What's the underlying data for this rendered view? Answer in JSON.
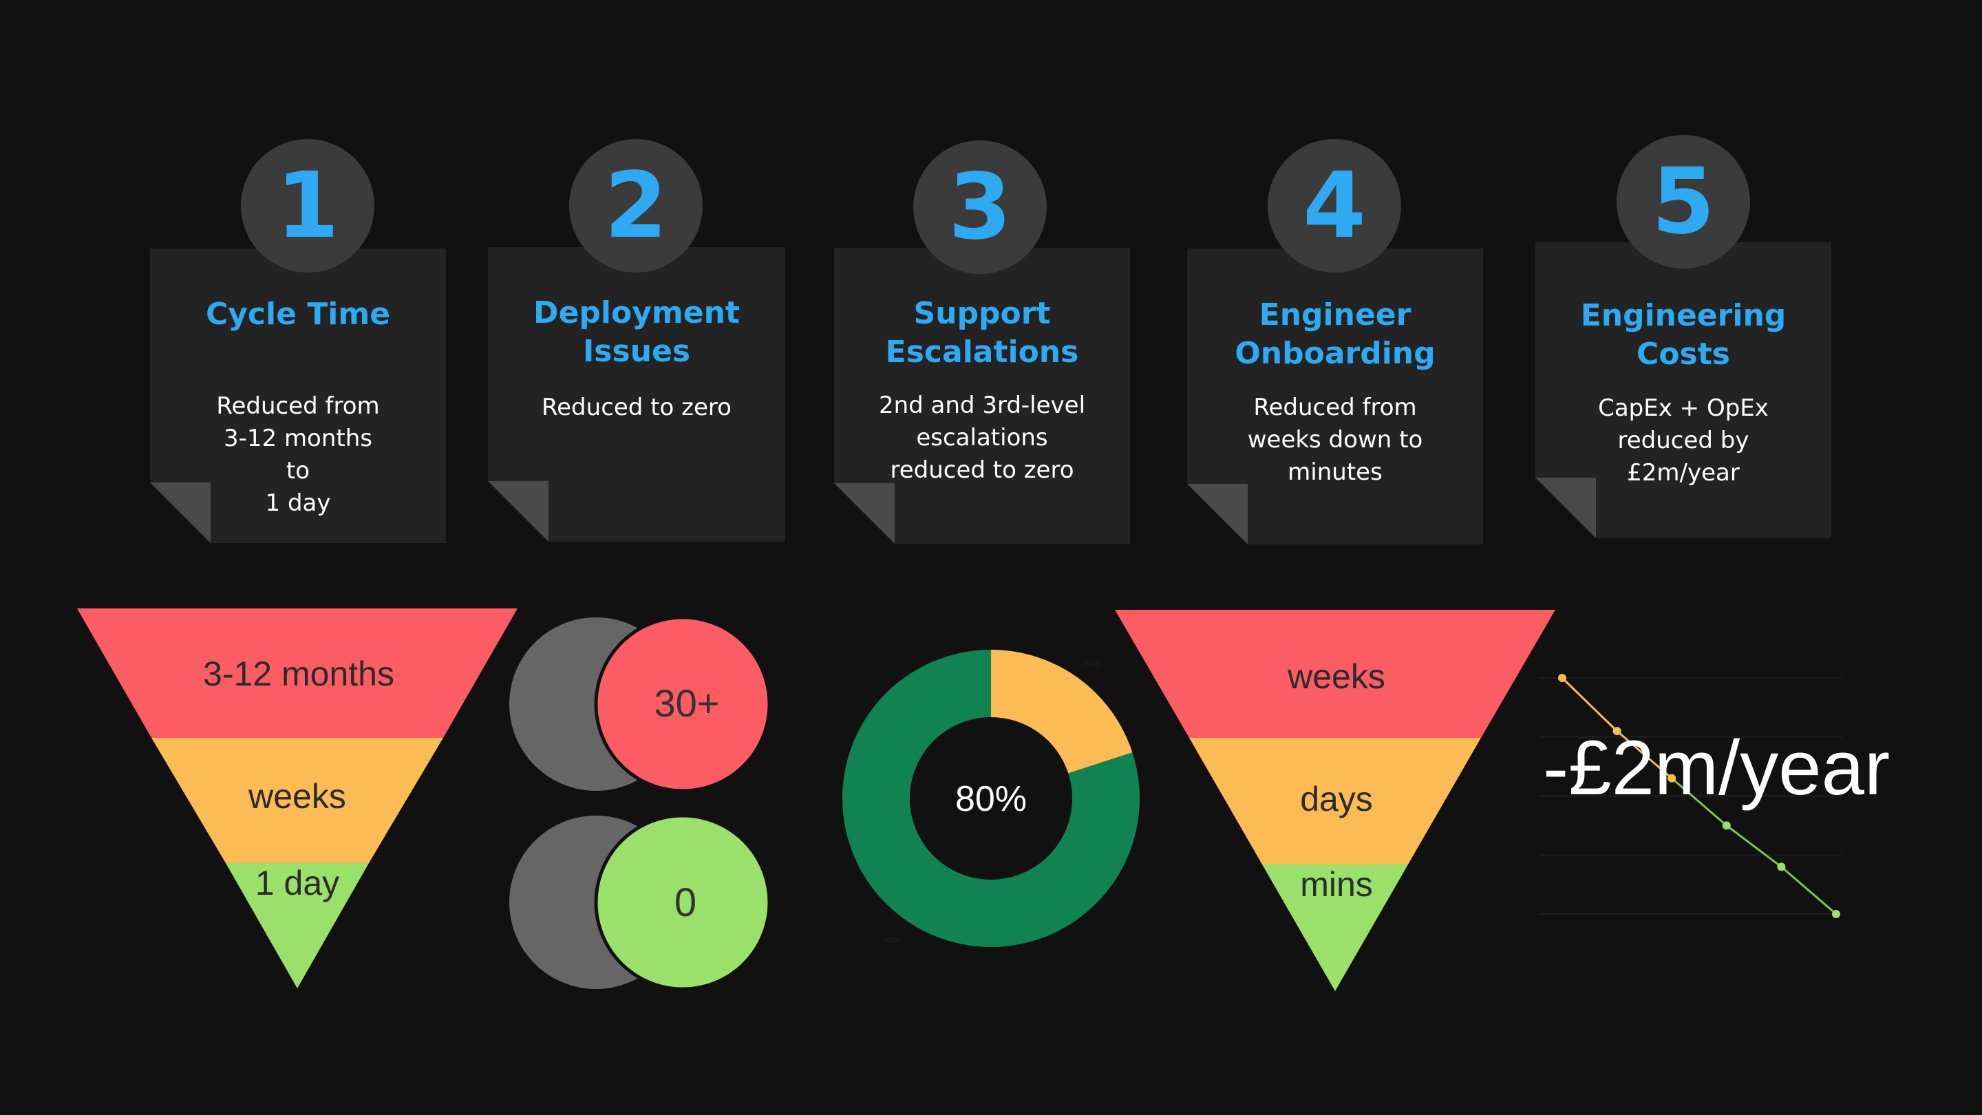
{
  "cards": [
    {
      "number": "1",
      "title": "Cycle Time",
      "description": "Reduced from\n3-12 months\nto\n1 day"
    },
    {
      "number": "2",
      "title": "Deployment\nIssues",
      "description": "Reduced to zero"
    },
    {
      "number": "3",
      "title": "Support\nEscalations",
      "description": "2nd and 3rd-level\nescalations\nreduced to zero"
    },
    {
      "number": "4",
      "title": "Engineer\nOnboarding",
      "description": "Reduced from\nweeks down to\nminutes"
    },
    {
      "number": "5",
      "title": "Engineering\nCosts",
      "description": "CapEx + OpEx\nreduced by\n£2m/year"
    }
  ],
  "funnel_cycle": {
    "levels": [
      "3-12 months",
      "weeks",
      "1 day"
    ]
  },
  "deploy_circles": {
    "before": "30+",
    "after": "0"
  },
  "donut": {
    "center_label": "80%",
    "small_label_top": "20%",
    "small_label_bottom": "80%"
  },
  "funnel_onboarding": {
    "levels": [
      "weeks",
      "days",
      "mins"
    ]
  },
  "cost_chart": {
    "overlay_label": "-£2m/year"
  },
  "colors": {
    "red": "#fc5c63",
    "amber": "#fdbb55",
    "green": "#9ae06a",
    "dark_green": "#118251",
    "blue": "#2fa9f2",
    "grey": "#666666"
  },
  "chart_data": [
    {
      "type": "pie",
      "title": "",
      "slices": [
        {
          "label": "20%",
          "value": 20,
          "color": "#fdbb55"
        },
        {
          "label": "80%",
          "value": 80,
          "color": "#118251"
        }
      ]
    },
    {
      "type": "line",
      "title": "",
      "x": [
        1,
        2,
        3,
        4,
        5,
        6
      ],
      "series": [
        {
          "values": [
            4,
            3.1,
            2.3,
            1.5,
            0.8,
            0
          ]
        }
      ],
      "ylim": [
        0,
        4
      ]
    }
  ]
}
